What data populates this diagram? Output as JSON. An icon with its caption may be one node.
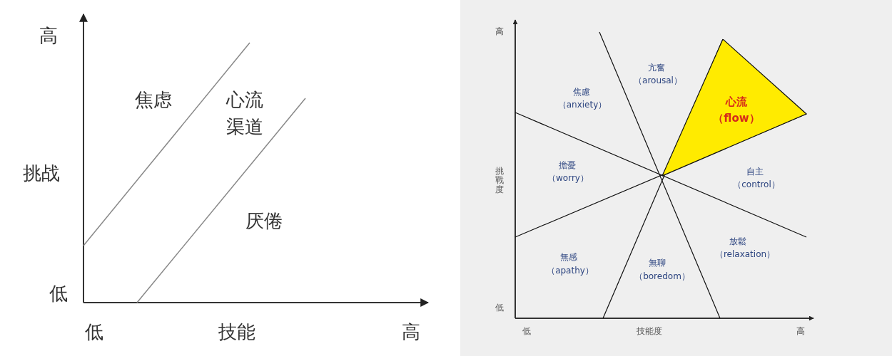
{
  "diagram": {
    "nodes": [
      {
        "text": [
          "心流",
          "（flow）"
        ]
      }
    ],
    "labels": [
      "高",
      "挑战",
      "低",
      "低",
      "技能",
      "高",
      "焦虑",
      "心流渠道",
      "厌倦",
      "高",
      "挑戰度",
      "低",
      "低",
      "技能度",
      "高",
      "亢奮",
      "（arousal）",
      "焦慮",
      "（anxiety）",
      "擔憂",
      "（worry）",
      "自主",
      "（control）",
      "無感",
      "（apathy）",
      "無聊",
      "（boredom）",
      "放鬆",
      "（relaxation）"
    ]
  }
}
